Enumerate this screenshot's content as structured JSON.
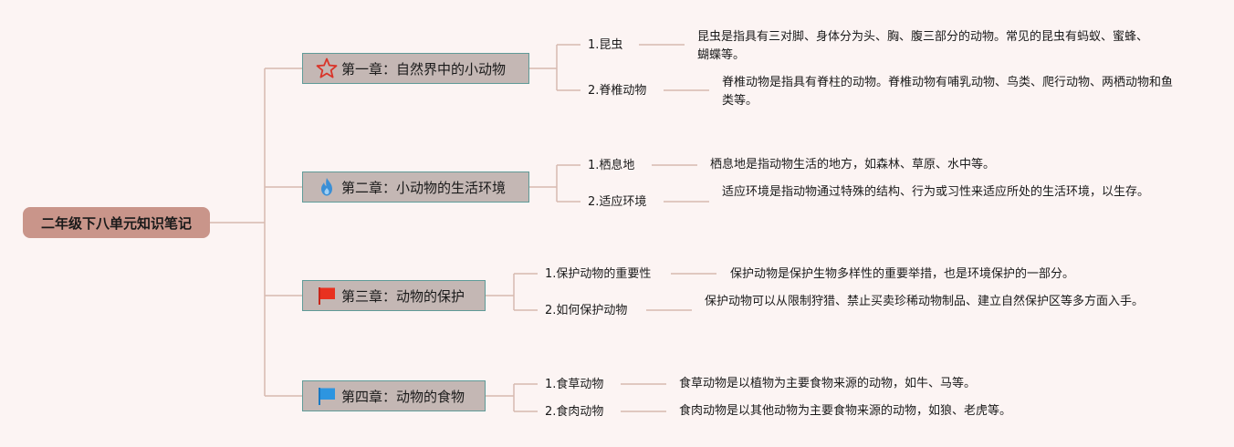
{
  "root": {
    "label": "二年级下八单元知识笔记"
  },
  "chapters": [
    {
      "label": "第一章：自然界中的小动物",
      "icon": "star-icon",
      "subs": [
        {
          "label": "1.昆虫",
          "desc": "昆虫是指具有三对脚、身体分为头、胸、腹三部分的动物。常见的昆虫有蚂蚁、蜜蜂、蝴蝶等。"
        },
        {
          "label": "2.脊椎动物",
          "desc": "脊椎动物是指具有脊柱的动物。脊椎动物有哺乳动物、鸟类、爬行动物、两栖动物和鱼类等。"
        }
      ]
    },
    {
      "label": "第二章：小动物的生活环境",
      "icon": "fire-icon",
      "subs": [
        {
          "label": "1.栖息地",
          "desc": "栖息地是指动物生活的地方，如森林、草原、水中等。"
        },
        {
          "label": "2.适应环境",
          "desc": "适应环境是指动物通过特殊的结构、行为或习性来适应所处的生活环境，以生存。"
        }
      ]
    },
    {
      "label": "第三章：动物的保护",
      "icon": "red-flag-icon",
      "subs": [
        {
          "label": "1.保护动物的重要性",
          "desc": "保护动物是保护生物多样性的重要举措，也是环境保护的一部分。"
        },
        {
          "label": "2.如何保护动物",
          "desc": "保护动物可以从限制狩猎、禁止买卖珍稀动物制品、建立自然保护区等多方面入手。"
        }
      ]
    },
    {
      "label": "第四章：动物的食物",
      "icon": "blue-flag-icon",
      "subs": [
        {
          "label": "1.食草动物",
          "desc": "食草动物是以植物为主要食物来源的动物，如牛、马等。"
        },
        {
          "label": "2.食肉动物",
          "desc": "食肉动物是以其他动物为主要食物来源的动物，如狼、老虎等。"
        }
      ]
    }
  ],
  "colors": {
    "background": "#fcf4f3",
    "root_fill": "#c9958a",
    "chapter_fill": "#c4b7b4",
    "chapter_border": "#5f9b98",
    "connector": "#d7b9b0"
  }
}
